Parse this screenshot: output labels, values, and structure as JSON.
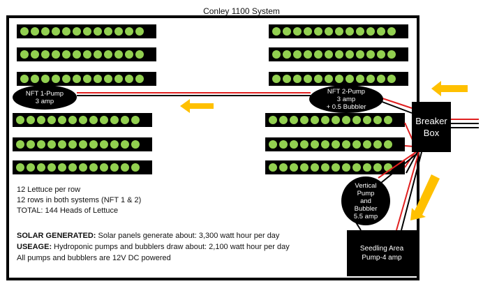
{
  "title": "Conley 1100 System",
  "lettuce_per_row": 12,
  "nft1_label": [
    "NFT 1-Pump",
    "3 amp"
  ],
  "nft2_label": [
    "NFT 2-Pump",
    "3 amp",
    "+ 0.5 Bubbler"
  ],
  "breaker_label": [
    "Breaker",
    "Box"
  ],
  "vertical_label": [
    "Vertical",
    "Pump",
    "and",
    "Bubbler",
    "5.5 amp"
  ],
  "seedling_label": [
    "Seedling Area",
    "Pump-4 amp"
  ],
  "info": {
    "line1": "12 Lettuce per row",
    "line2": "12 rows in both systems (NFT 1 & 2)",
    "line3": "TOTAL: 144 Heads of Lettuce",
    "solar_bold": "SOLAR GENERATED:",
    "solar_text": " Solar panels generate about: 3,300 watt hour per day",
    "usage_bold": "USEAGE:",
    "usage_text": " Hydroponic pumps and bubblers draw about: 2,100 watt hour per day",
    "line6": "All pumps and bubblers are 12V DC powered"
  },
  "colors": {
    "wire_red": "#e02020",
    "wire_black": "#000000",
    "arrow": "#ffc000",
    "lettuce": "#92d050"
  }
}
